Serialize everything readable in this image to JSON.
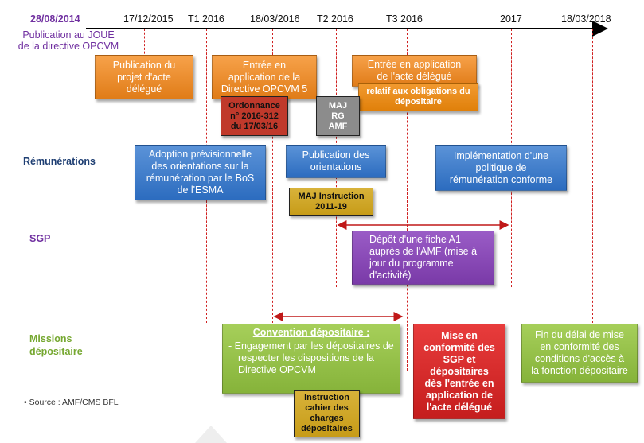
{
  "timeline": {
    "start_date": "28/08/2014",
    "start_event": [
      "Publication au JOUE",
      "de la directive OPCVM"
    ],
    "dates": [
      "17/12/2015",
      "T1 2016",
      "18/03/2016",
      "T2 2016",
      "T3 2016",
      "2017",
      "18/03/2018"
    ]
  },
  "rows": {
    "remunerations": "Rémunérations",
    "sgp": "SGP",
    "missions": [
      "Missions",
      "dépositaire"
    ]
  },
  "boxes": {
    "pub_projet": [
      "Publication du",
      "projet d'acte",
      "délégué"
    ],
    "entree_directive": [
      "Entrée en",
      "application de la",
      "Directive OPCVM 5"
    ],
    "entree_acte": [
      "Entrée en application",
      "de l'acte délégué"
    ],
    "oblig_depositaire": [
      "relatif aux obligations du",
      "dépositaire"
    ],
    "ordonnance": [
      "Ordonnance",
      "n° 2016-312",
      "du 17/03/16"
    ],
    "maj_rg": [
      "MAJ",
      "RG",
      "AMF"
    ],
    "adoption": [
      "Adoption prévisionnelle",
      "des orientations sur la",
      "rémunération par le BoS",
      "de l'ESMA"
    ],
    "publication_orient": [
      "Publication des",
      "orientations"
    ],
    "implementation": [
      "Implémentation d'une",
      "politique de",
      "rémunération conforme"
    ],
    "maj_instruction": [
      "MAJ Instruction",
      "2011-19"
    ],
    "depot_fiche": [
      "Dépôt d'une fiche A1",
      "auprès de l'AMF (mise à",
      "jour du programme",
      "d'activité)"
    ],
    "convention_title": "Convention dépositaire :",
    "convention_body": "-  Engagement par les dépositaires de respecter les dispositions de la Directive OPCVM",
    "instruction_cahier": [
      "Instruction",
      "cahier des",
      "charges",
      "dépositaires"
    ],
    "mise_conformite": [
      "Mise en",
      "conformité des",
      "SGP et",
      "dépositaires",
      "dès l'entrée en",
      "application de",
      "l'acte délégué"
    ],
    "fin_delai": [
      "Fin du délai de mise",
      "en conformité des",
      "conditions d'accès à",
      "la fonction dépositaire"
    ]
  },
  "source": "Source : AMF/CMS BFL",
  "colors": {
    "orange": "#e8891f",
    "blue": "#3a78c9",
    "purple": "#8547b5",
    "green": "#93c047",
    "red": "#d62828",
    "gold": "#cfa625",
    "gray": "#8c8c8c",
    "label_blue": "#1f3f73",
    "label_purple": "#7030a0",
    "label_green": "#76a831",
    "dashed_line": "#d02020"
  }
}
